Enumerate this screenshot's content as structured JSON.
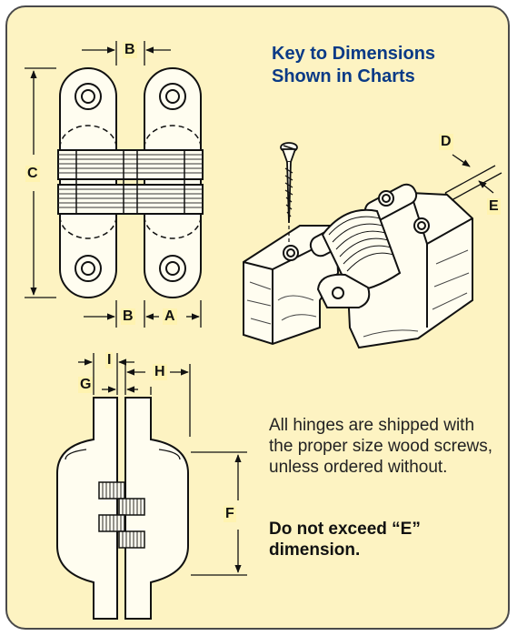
{
  "key": {
    "title_line1": "Key to Dimensions",
    "title_line2": "Shown in Charts"
  },
  "labels": {
    "A": "A",
    "B_top": "B",
    "B_bottom": "B",
    "C": "C",
    "D": "D",
    "E": "E",
    "F": "F",
    "G": "G",
    "H": "H",
    "I": "I"
  },
  "note": {
    "text": "All hinges are shipped with the proper size wood screws, unless ordered without.",
    "warning": "Do not exceed “E” dimension."
  },
  "colors": {
    "panel_background": "#fdf3c2",
    "panel_border": "#4a4a4a",
    "title": "#0a3a86",
    "label_background": "#fff3b0"
  }
}
